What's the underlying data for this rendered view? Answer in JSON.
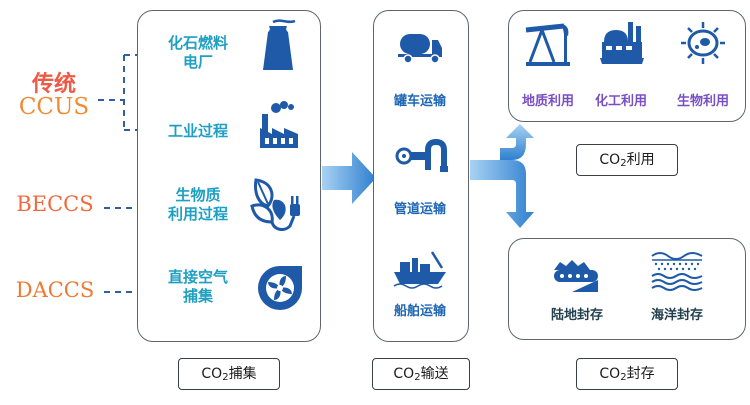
{
  "left_labels": [
    {
      "line1": "传统",
      "line2": "CCUS"
    },
    {
      "line1": "BECCS"
    },
    {
      "line1": "DACCS"
    }
  ],
  "capture": {
    "items": [
      {
        "label": "化石燃料\n电厂",
        "icon": "power-plant-icon"
      },
      {
        "label": "工业过程",
        "icon": "factory-icon"
      },
      {
        "label": "生物质\n利用过程",
        "icon": "biomass-plug-icon"
      },
      {
        "label": "直接空气\n捕集",
        "icon": "fan-icon"
      }
    ],
    "caption_pre": "CO",
    "caption_sub": "2",
    "caption_post": "捕集"
  },
  "transport": {
    "items": [
      {
        "label": "罐车运输",
        "icon": "tank-truck-icon"
      },
      {
        "label": "管道运输",
        "icon": "pipeline-icon"
      },
      {
        "label": "船舶运输",
        "icon": "ship-icon"
      }
    ],
    "caption_pre": "CO",
    "caption_sub": "2",
    "caption_post": "输送"
  },
  "utilization": {
    "items": [
      {
        "label": "地质利用",
        "icon": "oil-pump-icon"
      },
      {
        "label": "化工利用",
        "icon": "chemical-plant-icon"
      },
      {
        "label": "生物利用",
        "icon": "microbe-icon"
      }
    ],
    "caption_pre": "CO",
    "caption_sub": "2",
    "caption_post": "利用"
  },
  "storage": {
    "items": [
      {
        "label": "陆地封存",
        "icon": "land-storage-icon"
      },
      {
        "label": "海洋封存",
        "icon": "ocean-storage-icon"
      }
    ],
    "caption_pre": "CO",
    "caption_sub": "2",
    "caption_post": "封存"
  },
  "colors": {
    "icon_blue": "#1e5aa8",
    "text_teal": "#1f9fc2",
    "text_purple": "#7a4fc3",
    "arrow_blue": "#3d8fd6",
    "ccus_gradient": [
      "#e8335b",
      "#f5a623"
    ],
    "beccs_gradient": [
      "#f5a623",
      "#e8335b"
    ]
  }
}
